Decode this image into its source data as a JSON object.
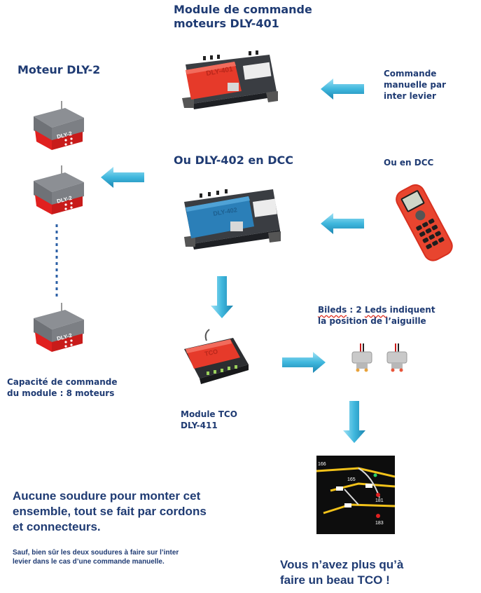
{
  "module_401": {
    "title_line1": "Module de commande",
    "title_line2": "moteurs DLY-401",
    "device_text": "DLY-401"
  },
  "motor": {
    "title": "Moteur DLY-2",
    "device_text": "DLY-2"
  },
  "manual": {
    "line1": "Commande",
    "line2": "manuelle par",
    "line3": "inter levier"
  },
  "dcc402": {
    "title": "Ou DLY-402 en DCC",
    "device_text": "DLY-402"
  },
  "dcc": {
    "title": "Ou en  DCC"
  },
  "bileds": {
    "line1_prefix": "Bileds",
    "line1_rest": " : 2 ",
    "line1_word": "Leds",
    "line1_end": " indiquent",
    "line2": "la position de l’aiguille"
  },
  "capacity": {
    "line1": "Capacité de commande",
    "line2": "du module : 8 moteurs"
  },
  "tco_module": {
    "line1": "Module  TCO",
    "line2": "DLY-411",
    "device_text": "TCO"
  },
  "note": {
    "main_line1": "Aucune soudure pour monter cet",
    "main_line2": "ensemble, tout se fait par cordons",
    "main_line3": "et connecteurs.",
    "small_line1": "Sauf, bien sûr les deux soudures à faire sur l’inter",
    "small_line2": "levier dans le cas d’une commande manuelle."
  },
  "final": {
    "line1": "Vous n’avez plus qu’à",
    "line2": "faire un beau TCO !"
  },
  "tco_panel": {
    "labels": [
      "166",
      "165",
      "181",
      "183"
    ]
  },
  "colors": {
    "text": "#1f3b73",
    "arrow": "#3fb7dd",
    "red": "#e63a2a",
    "blue": "#2b7fb8"
  }
}
